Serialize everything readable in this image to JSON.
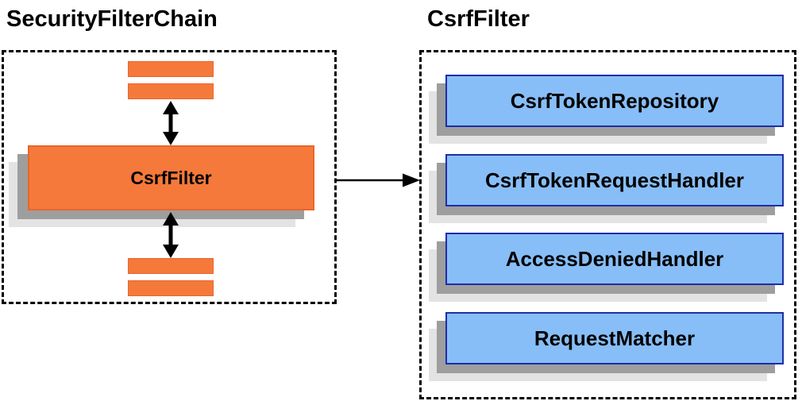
{
  "diagram": {
    "left": {
      "title": "SecurityFilterChain",
      "filter_box_label": "CsrfFilter",
      "placeholder_bars": 4
    },
    "right": {
      "title": "CsrfFilter",
      "components": [
        "CsrfTokenRepository",
        "CsrfTokenRequestHandler",
        "AccessDeniedHandler",
        "RequestMatcher"
      ]
    },
    "connections": [
      "filter-bars-above <-> CsrfFilter (double arrow)",
      "CsrfFilter <-> filter-bars-below (double arrow)",
      "CsrfFilter -> CsrfFilter components (arrow right)"
    ],
    "colors": {
      "filter_fill": "#f5793b",
      "component_fill": "#87bef7",
      "component_border": "#1f2da8",
      "shadow_dark": "#9e9e9e",
      "shadow_light": "#e3e3e3",
      "line": "#000000",
      "background": "#ffffff"
    }
  }
}
